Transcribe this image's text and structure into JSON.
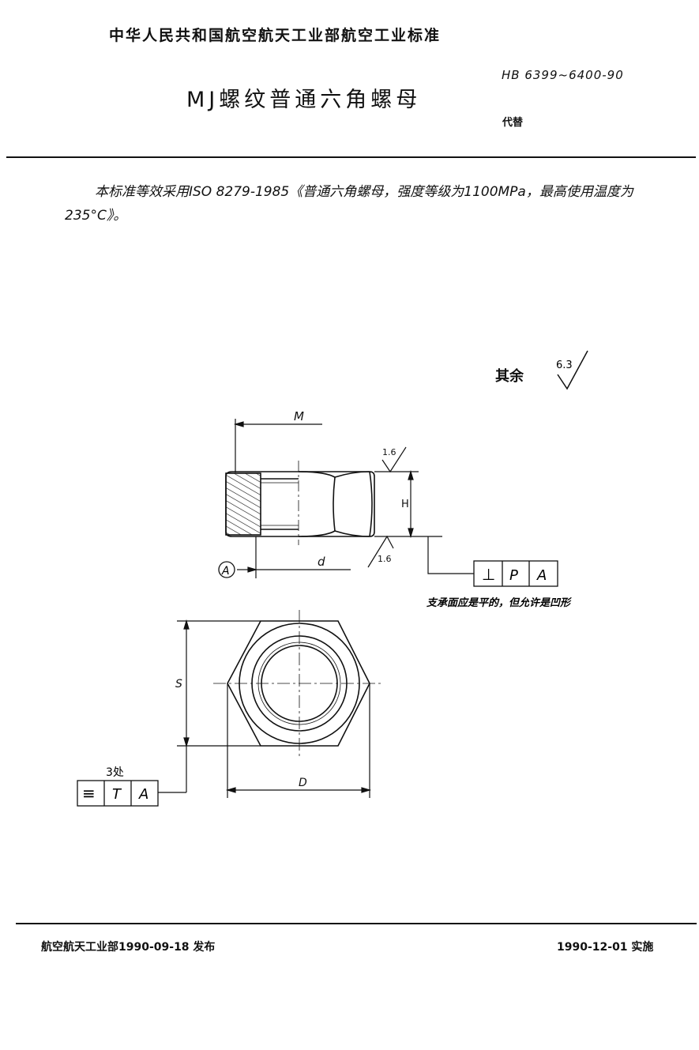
{
  "header": {
    "issuer_line": "中华人民共和国航空航天工业部航空工业标准",
    "standard_number": "HB 6399~6400-90",
    "title": "MJ螺纹普通六角螺母",
    "replaces_label": "代替"
  },
  "intro": {
    "text": "本标准等效采用ISO 8279-1985《普通六角螺母，强度等级为1100MPa，最高使用温度为235°C》。"
  },
  "drawing": {
    "roughness_other_label": "其余",
    "roughness_other_value": "6.3",
    "roughness_top": "1.6",
    "roughness_bottom": "1.6",
    "dim_M": "M",
    "dim_H": "H",
    "dim_d": "d",
    "datum_A": "A",
    "tolerance_perp": {
      "symbol": "⊥",
      "tol": "P",
      "datum": "A"
    },
    "tolerance_note": "支承面应是平的，但允许是凹形",
    "dim_S": "S",
    "dim_D": "D",
    "symmetry_count": "3处",
    "tolerance_sym": {
      "symbol": "≡",
      "tol": "T",
      "datum": "A"
    }
  },
  "footer": {
    "issued": "航空航天工业部1990-09-18  发布",
    "effective": "1990-12-01  实施"
  }
}
